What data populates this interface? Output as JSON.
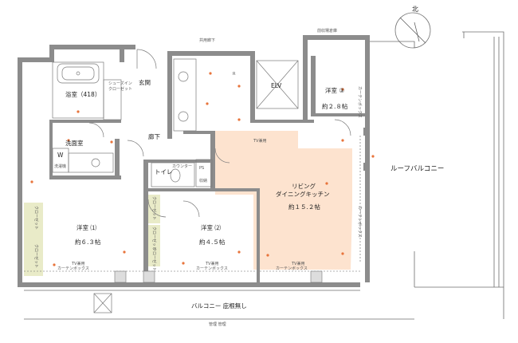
{
  "compass": {
    "north_label": "北"
  },
  "corridor": {
    "common_corridor": "共用廊下",
    "front_storage": "前収場倉庫"
  },
  "rooms": {
    "bath": "浴室（418）",
    "shoes_closet": "シューズイン\nクローゼット",
    "entrance": "玄関",
    "washroom": "洗面室",
    "washer": "W",
    "washroom_small": "洗濯機",
    "hallway": "廊下",
    "toilet": "トイレ",
    "counter": "カウンター",
    "ps": "PS",
    "storage": "収納",
    "elevator": "ELV",
    "refrigerator": "R",
    "western3_name": "洋室 ③",
    "western3_size": "約２.８帖",
    "living_line1": "リビング",
    "living_line2": "ダイニングキッチン",
    "living_size": "約１５.２帖",
    "western1_name": "洋室 ⑴",
    "western1_size": "約６.３帖",
    "western2_name": "洋室 ⑵",
    "western2_size": "約４.５帖",
    "roof_balcony": "ルーフバルコニー",
    "balcony": "バルコニー 庇根無し",
    "closet": "クローゼット",
    "curtain_box": "カーテンボックス",
    "tv_outlet": "TV兼用",
    "bottom_note": "管理 管理"
  },
  "colors": {
    "living_floor": "#fde3cf",
    "closet_fill": "#e9ebc8",
    "wall": "#8c8c8c",
    "outlet": "#e8743b"
  }
}
